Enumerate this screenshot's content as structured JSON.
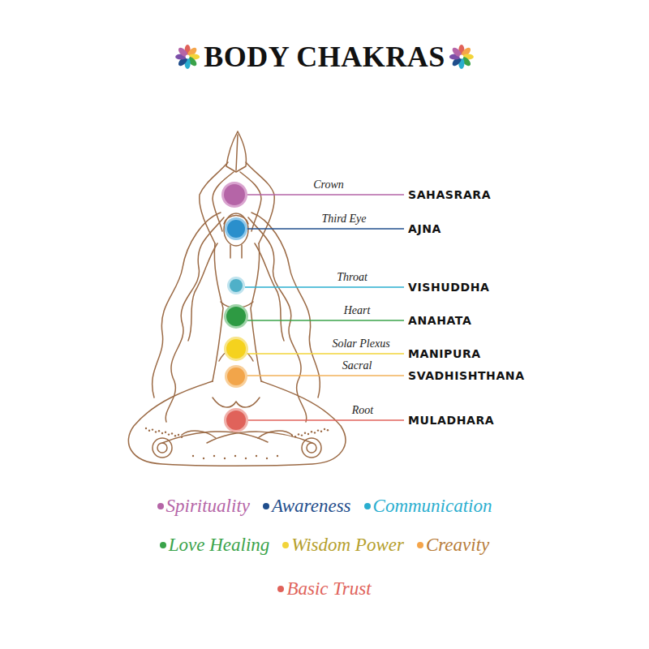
{
  "diagram": {
    "title": "BODY CHAKRAS",
    "labels": [
      "Crown",
      "SAHASRARA",
      "Third Eye",
      "AJNA",
      "Throat",
      "VISHUDDHA",
      "Heart",
      "ANAHATA",
      "Solar Plexus",
      "MANIPURA",
      "Sacral",
      "SVADHISHTHANA",
      "Root",
      "MULADHARA"
    ],
    "legend": [
      {
        "text": "Spirituality",
        "color": "#b565a7"
      },
      {
        "text": "Awareness",
        "color": "#1f4e8c"
      },
      {
        "text": "Communication",
        "color": "#2aaecf"
      },
      {
        "text": "Love Healing",
        "color": "#3aa34a"
      },
      {
        "text": "Wisdom Power",
        "color": "#f2d43a"
      },
      {
        "text": "Creavity",
        "color": "#f5a54a"
      },
      {
        "text": "Basic Trust",
        "color": "#e0625a"
      }
    ]
  }
}
